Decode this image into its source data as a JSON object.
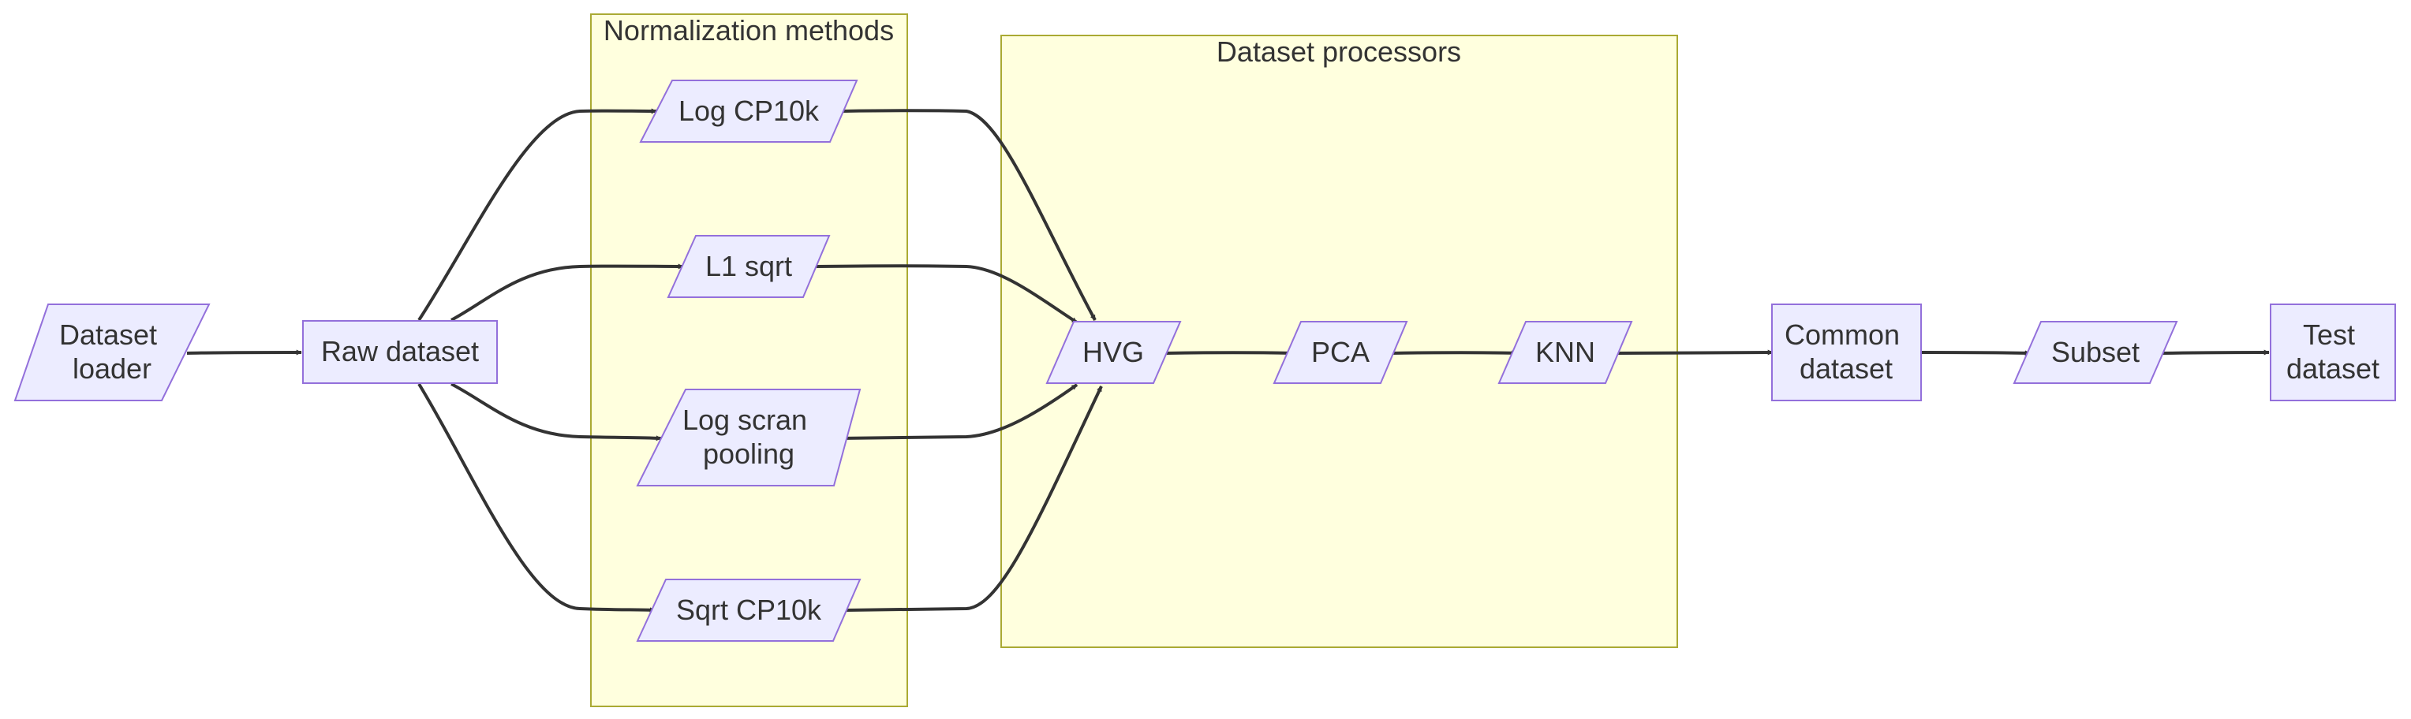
{
  "clusters": {
    "normalization": {
      "label": "Normalization methods"
    },
    "processors": {
      "label": "Dataset processors"
    }
  },
  "nodes": {
    "dataset_loader": {
      "lines": [
        "Dataset",
        "loader"
      ],
      "shape": "parallelogram"
    },
    "raw_dataset": {
      "lines": [
        "Raw dataset"
      ],
      "shape": "rectangle"
    },
    "log_cp10k": {
      "lines": [
        "Log CP10k"
      ],
      "shape": "parallelogram"
    },
    "l1_sqrt": {
      "lines": [
        "L1 sqrt"
      ],
      "shape": "parallelogram"
    },
    "log_scran_pooling": {
      "lines": [
        "Log scran",
        "pooling"
      ],
      "shape": "parallelogram"
    },
    "sqrt_cp10k": {
      "lines": [
        "Sqrt CP10k"
      ],
      "shape": "parallelogram"
    },
    "hvg": {
      "lines": [
        "HVG"
      ],
      "shape": "parallelogram"
    },
    "pca": {
      "lines": [
        "PCA"
      ],
      "shape": "parallelogram"
    },
    "knn": {
      "lines": [
        "KNN"
      ],
      "shape": "parallelogram"
    },
    "common_dataset": {
      "lines": [
        "Common",
        "dataset"
      ],
      "shape": "rectangle"
    },
    "subset": {
      "lines": [
        "Subset"
      ],
      "shape": "parallelogram"
    },
    "test_dataset": {
      "lines": [
        "Test",
        "dataset"
      ],
      "shape": "rectangle"
    }
  },
  "edges": [
    {
      "from": "dataset_loader",
      "to": "raw_dataset"
    },
    {
      "from": "raw_dataset",
      "to": "log_cp10k"
    },
    {
      "from": "raw_dataset",
      "to": "l1_sqrt"
    },
    {
      "from": "raw_dataset",
      "to": "log_scran_pooling"
    },
    {
      "from": "raw_dataset",
      "to": "sqrt_cp10k"
    },
    {
      "from": "log_cp10k",
      "to": "hvg"
    },
    {
      "from": "l1_sqrt",
      "to": "hvg"
    },
    {
      "from": "log_scran_pooling",
      "to": "hvg"
    },
    {
      "from": "sqrt_cp10k",
      "to": "hvg"
    },
    {
      "from": "hvg",
      "to": "pca"
    },
    {
      "from": "pca",
      "to": "knn"
    },
    {
      "from": "knn",
      "to": "common_dataset"
    },
    {
      "from": "common_dataset",
      "to": "subset"
    },
    {
      "from": "subset",
      "to": "test_dataset"
    }
  ],
  "colors": {
    "node_fill": "#ececff",
    "node_stroke": "#9370db",
    "cluster_fill": "#ffffde",
    "cluster_stroke": "#aaaa33",
    "edge": "#333333",
    "text": "#333333"
  }
}
